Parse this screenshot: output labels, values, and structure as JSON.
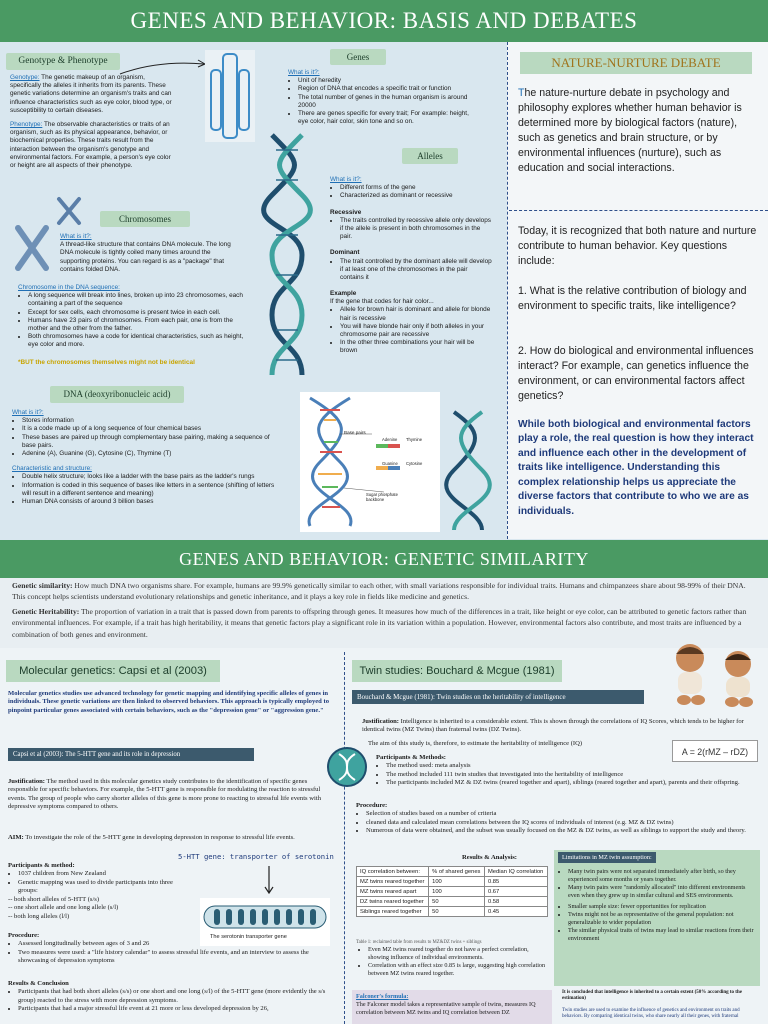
{
  "top_banner": "GENES AND BEHAVIOR: BASIS AND DEBATES",
  "geno": {
    "title": "Genotype & Phenotype",
    "genotype_term": "Genotype:",
    "genotype_text": " The genetic makeup of an organism, specifically the alleles it inherits from its parents. These genetic variations determine an organism's traits and can influence characteristics such as eye color, blood type, or susceptibility to certain diseases.",
    "phenotype_term": "Phenotype:",
    "phenotype_text": " The observable characteristics or traits of an organism, such as its physical appearance, behavior, or biochemical properties. These traits result from the interaction between the organism's genotype and environmental factors. For example, a person's eye color or height are all aspects of their phenotype."
  },
  "chrom": {
    "title": "Chromosomes",
    "what": "What is it?:",
    "def": "A thread-like structure that contains DNA molecule. The long DNA molecule is tightly coiled many times around the supporting proteins. You can regard is as a \"package\" that contains folded DNA.",
    "sub": "Chromosome in the DNA sequence:",
    "items": [
      "A long sequence will break into lines, broken up into 23 chromosomes, each containing a part of the sequence",
      "Except for sex cells, each chromosome is present twice in each cell.",
      "Humans have 23 pairs of chromosomes. From each pair, one is from the mother and the other from the father.",
      "Both chromosomes have a code for identical characteristics, such as height, eye color and more."
    ],
    "note": "*BUT the chromosomes themselves might not be identical"
  },
  "dna": {
    "title": "DNA (deoxyribonucleic acid)",
    "what": "What is it?:",
    "items": [
      "Stores information",
      "It is a code made up of a long sequence of four chemical bases",
      "These bases are paired up through complementary base pairing, making a sequence of base pairs.",
      "Adenine (A), Guanine (G), Cytosine (C), Thymine (T)"
    ],
    "sub": "Characteristic and structure:",
    "items2": [
      "Double helix structure; looks like a ladder with the base pairs as the ladder's rungs",
      "Information is coded in this sequence of bases like letters in a sentence (shifting of letters will result in a different sentence and meaning)",
      "Human DNA consists of around 3 billion bases"
    ]
  },
  "genes": {
    "title": "Genes",
    "what": "What is it?:",
    "items": [
      "Unit of heredity",
      "Region of DNA that encodes a specific trait or function",
      "The total number of genes in the human organism is around 20000",
      "There are genes specific for every trait; For example: height, eye color, hair color, skin tone and so on."
    ]
  },
  "alleles": {
    "title": "Alleles",
    "what": "What is it?:",
    "items": [
      "Different forms of the gene",
      "Characterized as dominant or recessive"
    ],
    "rec_h": "Recessive",
    "rec": [
      "The traits controlled by recessive allele only develops if the allele is present in both chromosomes in the pair."
    ],
    "dom_h": "Dominant",
    "dom": [
      "The trait controlled by the dominant allele will develop if at least one of the chromosomes in the pair contains it"
    ],
    "ex_h": "Example",
    "ex_intro": "If the gene that codes for hair color...",
    "ex": [
      "Allele for brown hair is dominant and allele for blonde hair is recessive",
      "You will have blonde hair only if both alleles in your chromosome pair are recessive",
      "In the other three combinations your hair will be brown"
    ]
  },
  "dna_diagram": {
    "base_pairs": "Base pairs",
    "adenine": "Adenine",
    "thymine": "Thymine",
    "guanine": "Guanine",
    "cytosine": "Cytosine",
    "backbone": "Sugar phosphate backbone"
  },
  "nn": {
    "title": "NATURE-NURTURE DEBATE",
    "p1_lead": "T",
    "p1": "he nature-nurture debate in psychology and philosophy explores whether human behavior is determined more by biological factors (nature), such as genetics and brain structure, or by environmental influences (nurture), such as education and social interactions.",
    "p2": "Today, it is recognized that both nature and nurture contribute to human behavior. Key questions include:",
    "q1": "1. What is the relative contribution of biology and environment to specific traits, like intelligence?",
    "q2": "2. How do biological and environmental influences interact? For example, can genetics influence the environment, or can environmental factors affect genetics?",
    "p3": "While both biological and environmental factors play a role, the real question is how they interact and influence each other in the development of traits like intelligence. Understanding this complex relationship helps us appreciate the diverse factors that contribute to who we are as individuals."
  },
  "mid_banner": "GENES AND BEHAVIOR: GENETIC SIMILARITY",
  "sim": {
    "t1": "Genetic similarity:",
    "p1": " How much DNA two organisms share. For example, humans are 99.9% genetically similar to each other, with small variations responsible for individual traits. Humans and chimpanzees share about 98-99% of their DNA. This concept helps scientists understand evolutionary relationships and genetic inheritance, and it plays a key role in fields like medicine and genetics.",
    "t2": "Genetic Heritability:",
    "p2": " The proportion of variation in a trait that is passed down from parents to offspring through genes. It measures how much of the differences in a trait, like height or eye color, can be attributed to genetic factors rather than environmental influences. For example, if a trait has high heritability, it means that genetic factors play a significant role in its variation within a population. However, environmental factors also contribute, and most traits are influenced by a combination of both genes and environment."
  },
  "capsi": {
    "title": "Molecular genetics: Capsi et al (2003)",
    "intro": "Molecular genetics studies use advanced technology for genetic mapping and identifying specific alleles of genes in individuals. These genetic variations are then linked to observed behaviors. This approach is typically employed to pinpoint particular genes associated with certain behaviors, such as the \"depression gene\" or \"aggression gene.\"",
    "header": "Capsi et al (2003): The 5-HTT gene and its role in depression",
    "just_h": "Justification:",
    "just": " The method used in this molecular genetics study contributes to the identification of specific genes responsible for specific behaviors. For example, the 5-HTT gene is responsible for modulating the reaction to stressful events. The group of people who carry shorter alleles of this gene is more prone to reacting to stressful life events with depressive symptoms compared to others.",
    "aim_h": "AIM:",
    "aim": " To investigate the role of the 5-HTT gene in developing depression in response to stressful life events.",
    "pm_h": "Participants & method:",
    "pm": [
      "1037 children from New Zealand",
      "Genetic mapping was used to divide participants into three groups:"
    ],
    "groups": [
      "-- both short alleles of 5-HTT (s/s)",
      "-- one short allele and one long allele (s/l)",
      "-- both long alleles (l/l)"
    ],
    "gene_label": "5-HTT gene: transporter of serotonin",
    "transporter": "The serotonin transporter gene",
    "proc_h": "Procedure:",
    "proc": [
      "Assessed longitudinally between ages of 3 and 26",
      "Two measures were used: a \"life history calendar\" to assess stressful life events, and an interview to assess the showcasing of depression symptoms"
    ],
    "res_h": "Results & Conclusion",
    "res": [
      "Participants that had both short alleles (s/s) or one short and one long (s/l) of the 5-HTT gene (more evidently the s/s group) reacted to the stress with more depression symptoms.",
      "Participants that had a major stressful life event at 21 more or less developed depression by 26,"
    ]
  },
  "twin": {
    "title": "Twin studies: Bouchard & Mcgue (1981)",
    "header": "Bouchard & Mcgue (1981): Twin studies on the heritability of intelligence",
    "just_h": "Justification:",
    "just": " Intelligence is inherited to a considerable extent. This is shown through the correlations of IQ Scores, which tends to be higher for identical twins (MZ Twins) than fraternal twins (DZ Twins).",
    "aim": "The aim of this study is, therefore, to estimate the heritability of intelligence (IQ)",
    "pm_h": "Participants & Methods:",
    "pm": [
      "The method used: meta analysis",
      "The method included 111 twin studies that investigated into the heritability of intelligence",
      "The participants included MZ & DZ twins (reared together and apart), siblings (reared together and apart), parents and their offspring."
    ],
    "formula": "A = 2(rMZ – rDZ)",
    "proc_h": "Procedure:",
    "proc": [
      "Selection of studies based on a number of criteria",
      "cleaned data and calculated mean correlations between the IQ scores of individuals of interest (e.g. MZ & DZ twins)",
      "Numerous of data were obtained, and the subset was usually focused on the MZ & DZ twins, as well as siblings to support the study and theory."
    ],
    "res_h": "Results & Analysis:",
    "table_head": [
      "IQ correlation between:",
      "% of shared genes",
      "Median IQ correlation"
    ],
    "table_rows": [
      [
        "MZ twins reared together",
        "100",
        "0.85"
      ],
      [
        "MZ twins reared apart",
        "100",
        "0.67"
      ],
      [
        "DZ twins reared together",
        "50",
        "0.58"
      ],
      [
        "Siblings reared together",
        "50",
        "0.45"
      ]
    ],
    "caption": "Table 1: reclaimed table from results to MZ&DZ twins + siblings",
    "res": [
      "Even MZ twins reared together do not have a perfect correlation, showing influence of individual environments.",
      "Correlation with an effect size 0.85 is large, suggesting high correlation between MZ twins reared together."
    ],
    "falc_h": "Falconer's formula:",
    "falc": "The Falconer model takes a representative sample of twins, measures IQ correlation between MZ twins and IQ correlation between DZ",
    "lim_h": "Limitations in MZ twin assumption:",
    "lim": [
      "Many twin pairs were not separated immediately after birth, so they experienced some months or years together.",
      "Many twin pairs were \"randomly allocated\" into different environments even when they grew up in similar cultural and SES environments.",
      "Smaller sample size: fewer opportunities for replication",
      "Twins might not be as representative of the general population: not generalizable to wider population",
      "The similar physical traits of twins may lead to similar reactions from their environment"
    ],
    "concl": "It is concluded that intelligence is inherited to a certain extent (50% according to the estimation)",
    "concl2": "Twin studies are used to examine the influence of genetics and environment on traits and behaviors. By comparing identical twins, who share nearly all their genes, with fraternal"
  }
}
